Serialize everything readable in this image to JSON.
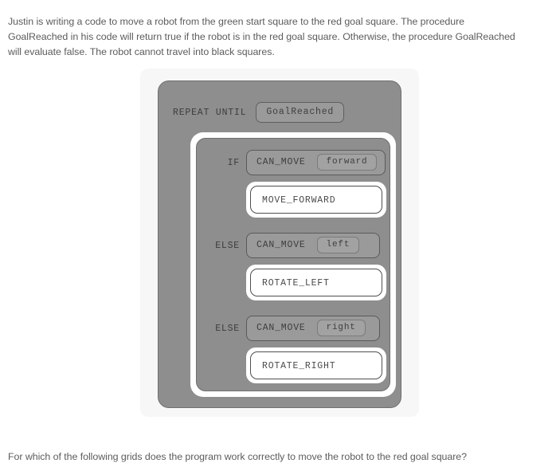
{
  "intro_text": "Justin is writing a code to move a robot from the green start square to the red goal square. The procedure GoalReached in his code will return true if the robot is in the red goal square. Otherwise, the procedure GoalReached will evaluate false. The robot cannot travel into black squares.",
  "question_text": "For which of the following grids does the program work correctly to move the robot to the red goal square?",
  "code": {
    "repeat": {
      "keyword": "REPEAT UNTIL",
      "condition": "GoalReached"
    },
    "branches": [
      {
        "label": "IF",
        "condition_name": "CAN_MOVE",
        "condition_arg": "forward",
        "action": "MOVE_FORWARD"
      },
      {
        "label": "ELSE",
        "condition_name": "CAN_MOVE",
        "condition_arg": "left",
        "action": "ROTATE_LEFT"
      },
      {
        "label": "ELSE",
        "condition_name": "CAN_MOVE",
        "condition_arg": "right",
        "action": "ROTATE_RIGHT"
      }
    ]
  },
  "colors": {
    "block_gray": "#8e8e8e",
    "pill_gray": "#9a9a9a",
    "card_background": "#f7f7f7",
    "text": "#5c5c5c",
    "code_text": "#3d3d3d"
  }
}
